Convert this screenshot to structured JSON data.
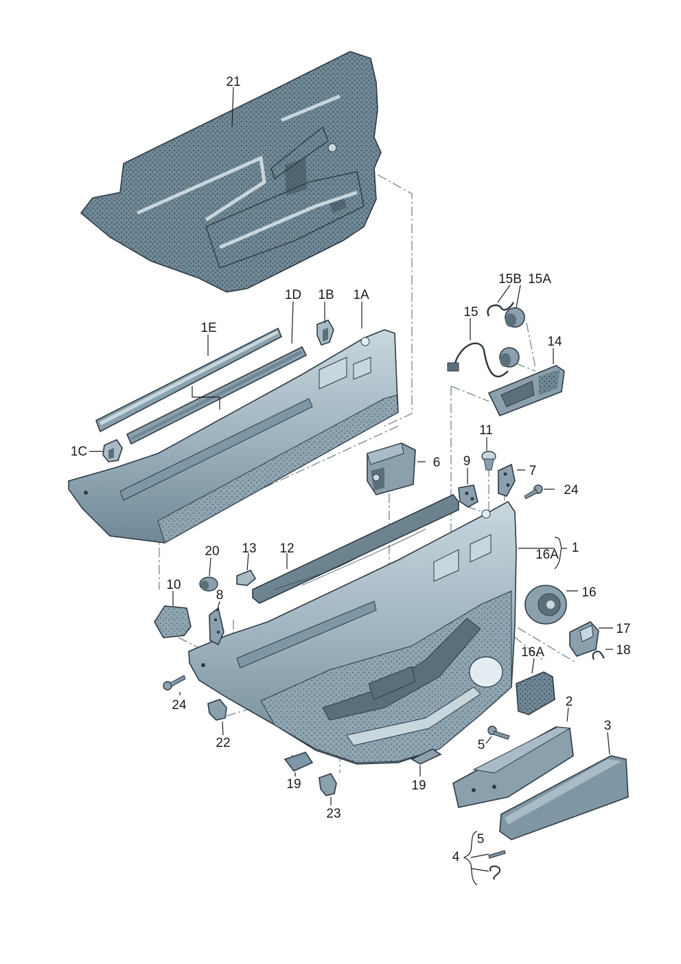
{
  "diagram": {
    "labels": {
      "l21": "21",
      "l1D": "1D",
      "l1B": "1B",
      "l1A": "1A",
      "l1E": "1E",
      "l1C": "1C",
      "l15B": "15B",
      "l15A": "15A",
      "l15": "15",
      "l14": "14",
      "l11": "11",
      "l6": "6",
      "l9": "9",
      "l7": "7",
      "l24a": "24",
      "l1": "1",
      "l16Aa": "16A",
      "l20": "20",
      "l13": "13",
      "l12": "12",
      "l10": "10",
      "l8": "8",
      "l16": "16",
      "l17": "17",
      "l18": "18",
      "l16Ab": "16A",
      "l24b": "24",
      "l2": "2",
      "l3": "3",
      "l5a": "5",
      "l22": "22",
      "l19a": "19",
      "l19b": "19",
      "l23": "23",
      "l5b": "5",
      "l4": "4"
    }
  }
}
